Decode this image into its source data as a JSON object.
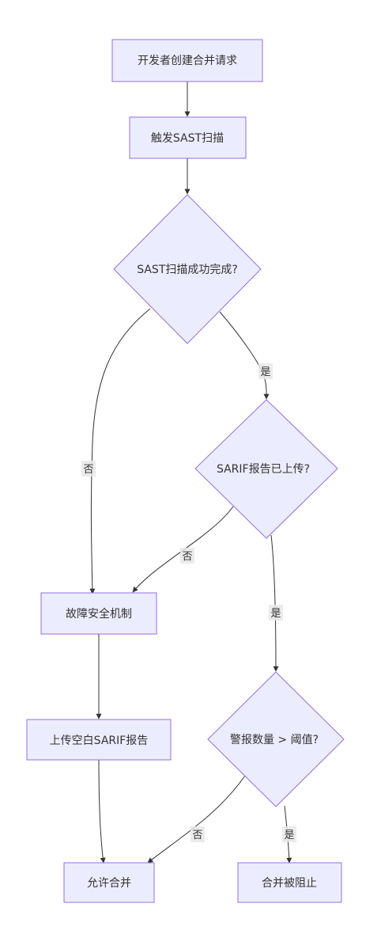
{
  "colors": {
    "node_fill": "#ECECFF",
    "node_stroke": "#9370DB",
    "edge": "#333333",
    "label_bg": "#E8E8E8",
    "text": "#333333"
  },
  "nodes": {
    "create_pr": "开发者创建合并请求",
    "trigger_sast": "触发SAST扫描",
    "scan_success": "SAST扫描成功完成?",
    "sarif_uploaded": "SARIF报告已上传?",
    "failsafe": "故障安全机制",
    "upload_empty": "上传空白SARIF报告",
    "alert_threshold": "警报数量 > 阈值?",
    "allow_merge": "允许合并",
    "merge_blocked": "合并被阻止"
  },
  "edge_labels": {
    "scan_yes": "是",
    "scan_no": "否",
    "sarif_no": "否",
    "sarif_yes": "是",
    "threshold_no": "否",
    "threshold_yes": "是"
  }
}
